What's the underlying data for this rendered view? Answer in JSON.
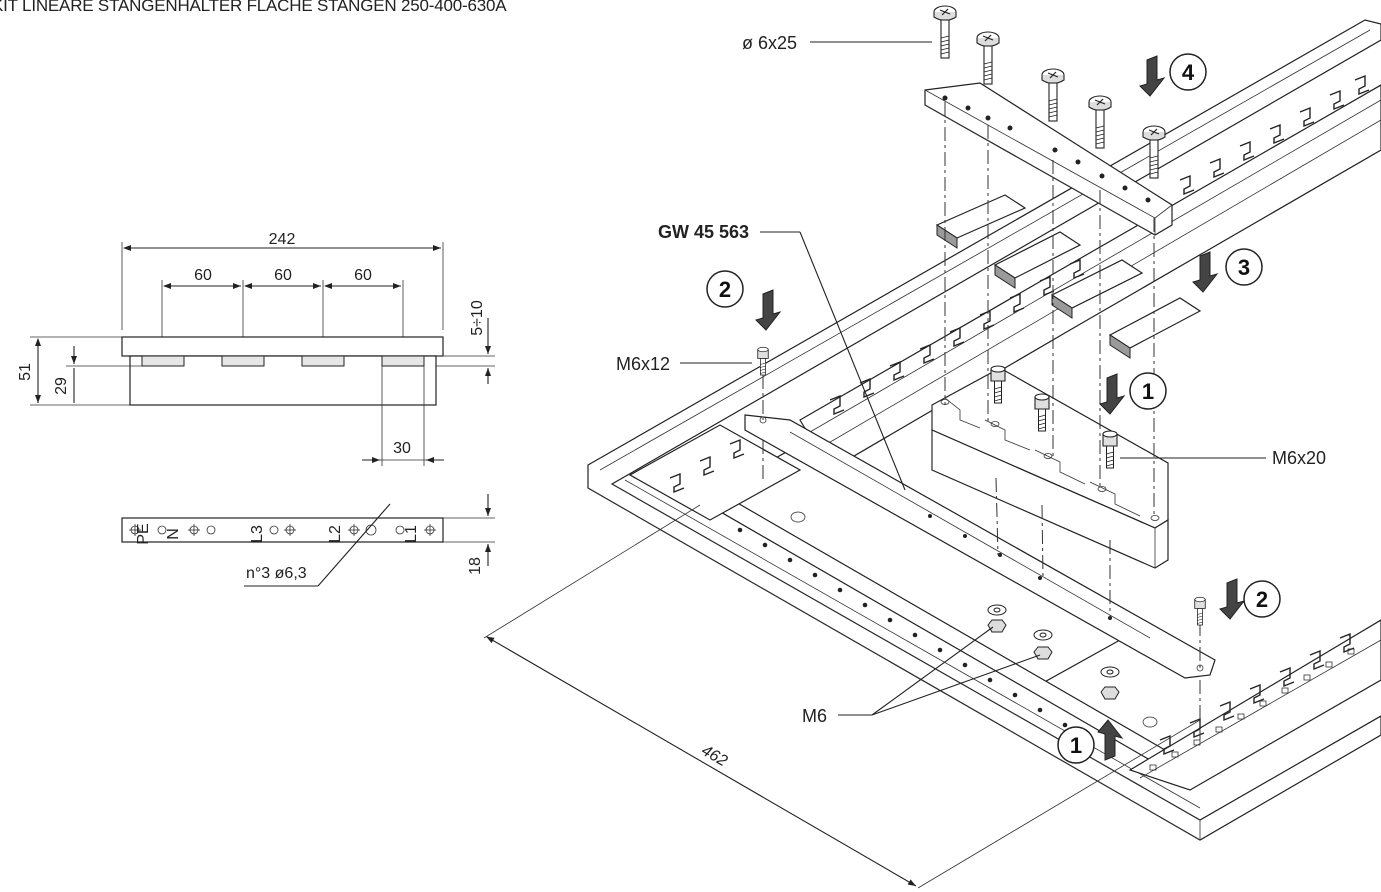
{
  "title": "KIT LINEARE STANGENHALTER FLACHE STANGEN 250-400-630A",
  "dimensions": {
    "overall_width": "242",
    "spacing_1": "60",
    "spacing_2": "60",
    "spacing_3": "60",
    "height_total": "51",
    "height_bar": "29",
    "offset": "5÷10",
    "end_gap": "30",
    "depth": "18",
    "holes": "n°3 ø6,3",
    "frame_length": "462"
  },
  "phase_labels": [
    "PE",
    "N",
    "L3",
    "L2",
    "L1"
  ],
  "callouts": {
    "screw_top": "ø 6x25",
    "part_code": "GW 45 563",
    "screw_m6x12": "M6x12",
    "screw_m6x20": "M6x20",
    "nut_m6": "M6"
  },
  "steps": [
    "1",
    "1",
    "2",
    "2",
    "3",
    "4"
  ]
}
